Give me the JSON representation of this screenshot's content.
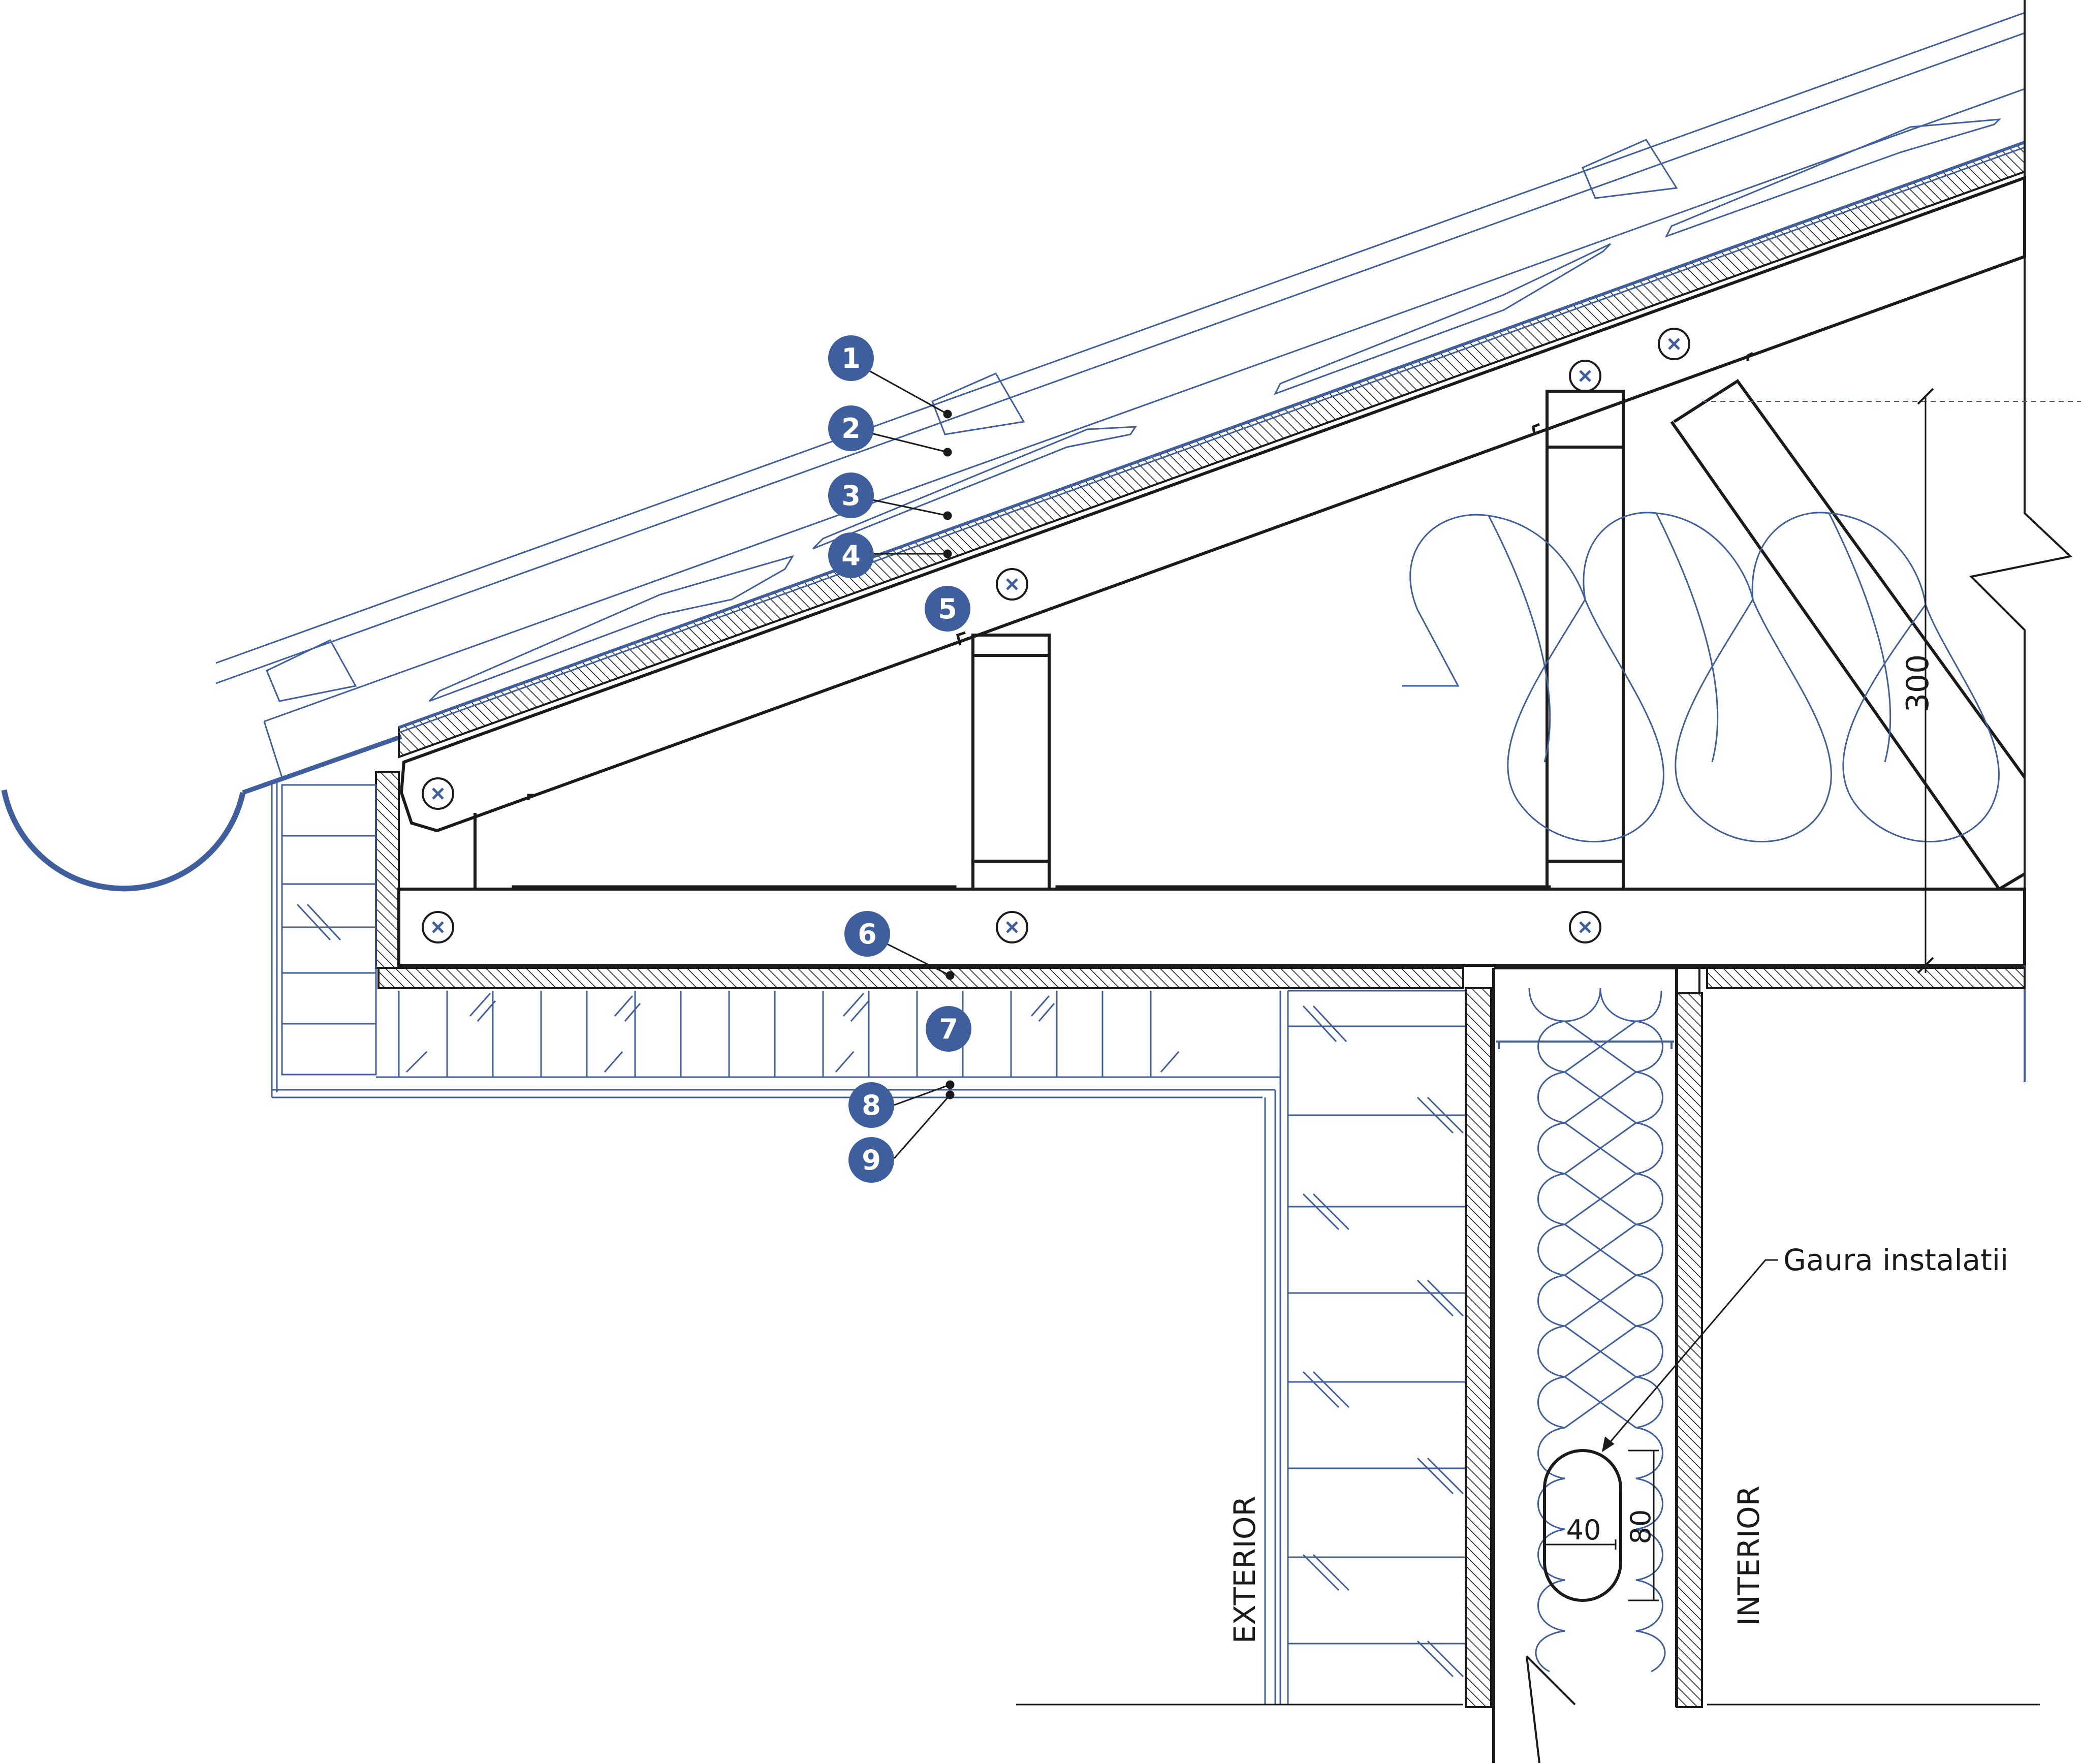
{
  "callouts": [
    {
      "number": "1"
    },
    {
      "number": "2"
    },
    {
      "number": "3"
    },
    {
      "number": "4"
    },
    {
      "number": "5"
    },
    {
      "number": "6"
    },
    {
      "number": "7"
    },
    {
      "number": "8"
    },
    {
      "number": "9"
    }
  ],
  "labels": {
    "hole": "Gaura instalatii",
    "exterior": "EXTERIOR",
    "interior": "INTERIOR"
  },
  "dimensions": {
    "height": "300",
    "hole_width": "40",
    "hole_height": "80"
  },
  "colors": {
    "line": "#1a1a1a",
    "blue": "#3f5e9e",
    "badge": "#3f5e9e"
  }
}
